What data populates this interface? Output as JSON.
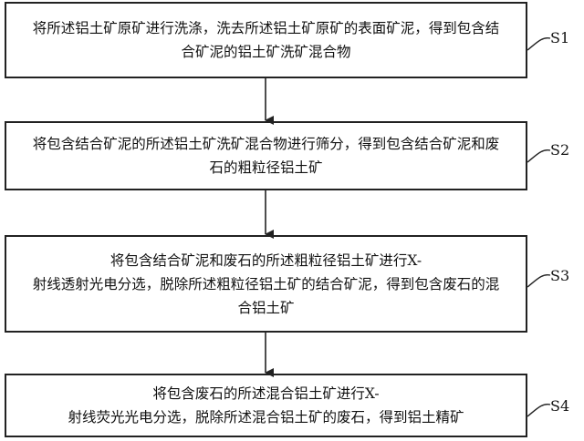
{
  "steps": [
    {
      "label": "S1",
      "text": "将所述铝土矿原矿进行洗涤，洗去所述铝土矿原矿的表面矿泥，得到包含结\n合矿泥的铝土矿洗矿混合物"
    },
    {
      "label": "S2",
      "text": "将包含结合矿泥的所述铝土矿洗矿混合物进行筛分，得到包含结合矿泥和废\n石的粗粒径铝土矿"
    },
    {
      "label": "S3",
      "text": "将包含结合矿泥和废石的所述粗粒径铝土矿进行X-\n射线透射光电分选，脱除所述粗粒径铝土矿的结合矿泥，得到包含废石的混\n合铝土矿"
    },
    {
      "label": "S4",
      "text": "将包含废石的所述混合铝土矿进行X-\n射线荧光光电分选，脱除所述混合铝土矿的废石，得到铝土精矿"
    }
  ],
  "colors": {
    "line": "#222222",
    "text": "#111111",
    "background": "#ffffff"
  }
}
